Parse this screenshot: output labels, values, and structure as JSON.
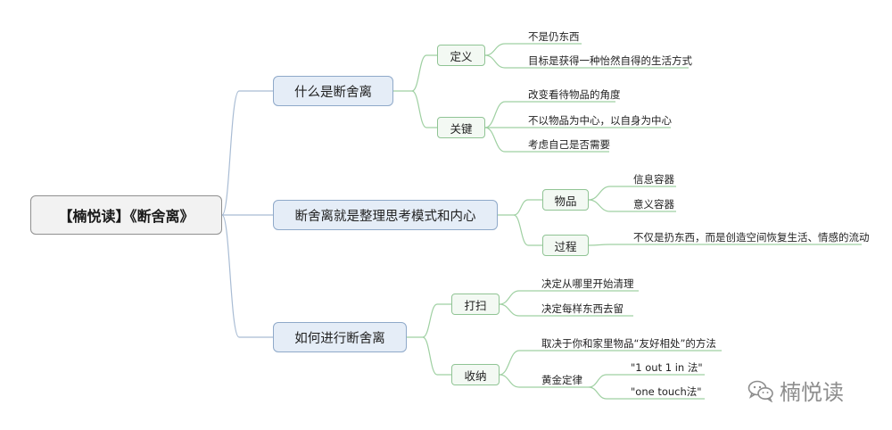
{
  "root": {
    "label": "【楠悦读】《断舍离》"
  },
  "branches": [
    {
      "label": "什么是断舍离",
      "children": [
        {
          "label": "定义",
          "leaves": [
            "不是仍东西",
            "目标是获得一种怡然自得的生活方式"
          ]
        },
        {
          "label": "关键",
          "leaves": [
            "改变看待物品的角度",
            "不以物品为中心，以自身为中心",
            "考虑自己是否需要"
          ]
        }
      ]
    },
    {
      "label": "断舍离就是整理思考模式和内心",
      "children": [
        {
          "label": "物品",
          "leaves": [
            "信息容器",
            "意义容器"
          ]
        },
        {
          "label": "过程",
          "leaves": [
            "不仅是扔东西，而是创造空间恢复生活、情感的流动"
          ]
        }
      ]
    },
    {
      "label": "如何进行断舍离",
      "children": [
        {
          "label": "打扫",
          "leaves": [
            "决定从哪里开始清理",
            "决定每样东西去留"
          ]
        },
        {
          "label": "收纳",
          "leaves": [
            "取决于你和家里物品“友好相处”的方法",
            "黄金定律"
          ]
        }
      ]
    }
  ],
  "golden_rule": {
    "items": [
      "\"1 out 1 in 法\"",
      "\"one touch法\""
    ]
  },
  "watermark": {
    "icon": "wechat-icon",
    "text": "楠悦读"
  },
  "colors": {
    "main_fill": "#e5edf7",
    "main_border": "#8fa9c9",
    "sub_fill": "#f3f9f3",
    "sub_border": "#90c494",
    "line": "#a9bcd4",
    "sub_line": "#9fd0a2"
  }
}
